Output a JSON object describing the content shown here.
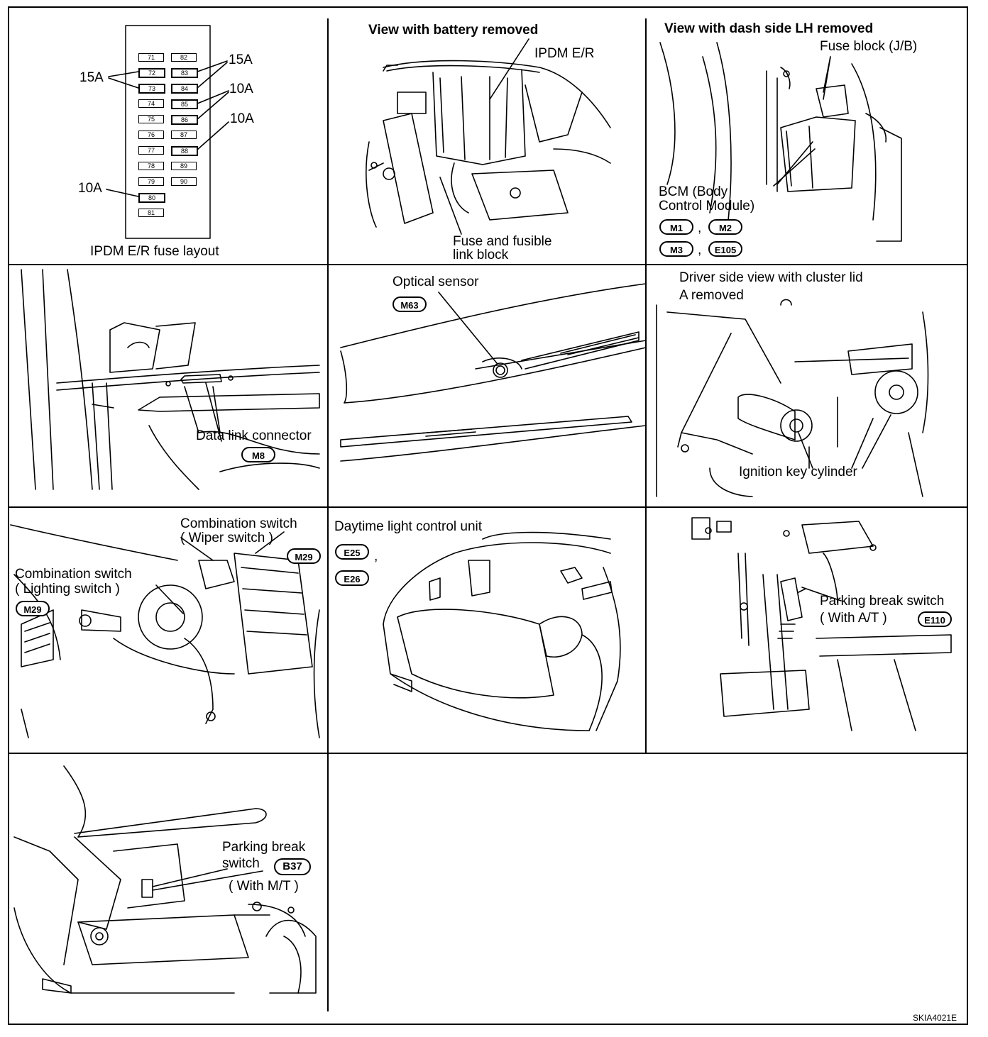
{
  "panel_ipdm": {
    "caption": "IPDM E/R fuse layout",
    "fuses_left": [
      "71",
      "72",
      "73",
      "74",
      "75",
      "76",
      "77",
      "78",
      "79",
      "80",
      "81"
    ],
    "fuses_right": [
      "82",
      "83",
      "84",
      "85",
      "86",
      "87",
      "88",
      "89",
      "90"
    ],
    "amp_15a_left": "15A",
    "amp_15a_right": "15A",
    "amp_10a_right_1": "10A",
    "amp_10a_right_2": "10A",
    "amp_10a_left": "10A"
  },
  "panel_battery": {
    "title": "View with battery removed",
    "ipdm_label": "IPDM E/R",
    "fuse_line1": "Fuse and fusible",
    "fuse_line2": "link block"
  },
  "panel_dash": {
    "title": "View with dash side LH removed",
    "fuse_block": "Fuse block (J/B)",
    "bcm_line1": "BCM (Body",
    "bcm_line2": "Control Module)",
    "connectors": [
      "M1",
      "M2",
      "M3",
      "E105"
    ],
    "sep": ","
  },
  "panel_dlc": {
    "label": "Data link connector",
    "connector": "M8"
  },
  "panel_optical": {
    "label": "Optical sensor",
    "connector": "M63"
  },
  "panel_ignition": {
    "line1": "Driver side view with cluster lid",
    "line2": "A removed",
    "label": "Ignition key cylinder"
  },
  "panel_combination": {
    "wiper_line1": "Combination switch",
    "wiper_line2": "( Wiper switch )",
    "wiper_connector": "M29",
    "light_line1": "Combination switch",
    "light_line2": "( Lighting switch )",
    "light_connector": "M29"
  },
  "panel_daytime": {
    "label": "Daytime light control unit",
    "connectors": [
      "E25",
      "E26"
    ],
    "sep": ","
  },
  "panel_parking_at": {
    "line1": "Parking break switch",
    "line2": "( With A/T )",
    "connector": "E110"
  },
  "panel_parking_mt": {
    "line1": "Parking break",
    "line2": "switch",
    "line3": "( With M/T )",
    "connector": "B37"
  },
  "figure_code": "SKIA4021E"
}
